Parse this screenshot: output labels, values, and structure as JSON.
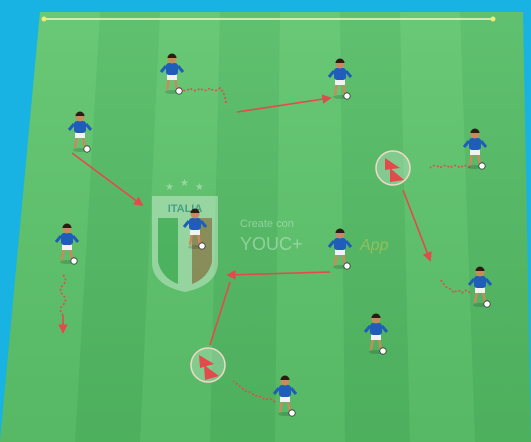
{
  "scene": {
    "colors": {
      "frame": "#19b3e3",
      "grass_light": "#5cc46b",
      "grass_dark": "#49b05a",
      "pitch_line": "#f4f7c8",
      "arrow": "#e24b4b",
      "jersey": "#1f5db8",
      "shorts": "#f2f2f2",
      "skin": "#c98a5e"
    },
    "watermark": {
      "badge_text": "ITALIA",
      "line1": "Create con",
      "line2_a": "YOUC+",
      "line2_b": "App"
    }
  }
}
